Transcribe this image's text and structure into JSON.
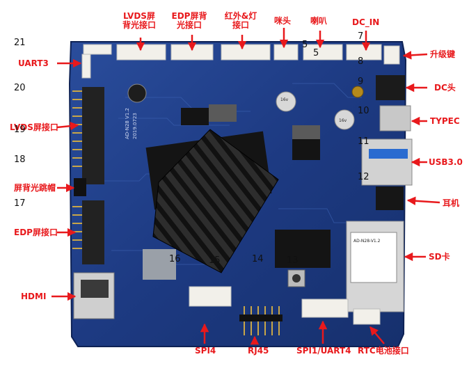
{
  "labels": {
    "lvds_backlight": [
      "LVDS屏",
      "背光接口"
    ],
    "edp_backlight": [
      "EDP屏背",
      "光接口"
    ],
    "ir_light": [
      "红外&灯",
      "接口"
    ],
    "mic": "咪头",
    "speaker": "喇叭",
    "dc_in": "DC_IN",
    "uart3": "UART3",
    "upgrade_key": "升级键",
    "dc_head": "DC头",
    "lvds_connector": "LVDS屏接口",
    "typec": "TYPEC",
    "usb3": "USB3.0",
    "backlight_jumper": "屏背光跳帽",
    "earphone": "耳机",
    "edp_connector": "EDP屏接口",
    "sd_card": "SD卡",
    "hdmi": "HDMI",
    "spi4": "SPI4",
    "rj45": "RJ45",
    "spi1_uart4": "SPI1/UART4",
    "rtc_battery": "RTC电池接口"
  },
  "numbers": {
    "n21": "21",
    "n20": "20",
    "n19": "19",
    "n18": "18",
    "n17": "17",
    "n16": "16",
    "n15": "15",
    "n14": "14",
    "n13": "13",
    "n12": "12",
    "n11": "11",
    "n10": "10",
    "n9": "9",
    "n8": "8",
    "n7": "7",
    "n5a": "5",
    "n5b": "5"
  },
  "board_text": {
    "model": "AD-N28 V1.2",
    "date": "2019.0723",
    "sd_sticker": "AD-N28-V1.2",
    "cap1": "16v",
    "cap2": "16v"
  },
  "colors": {
    "label_red": "#e8191c",
    "pcb_blue": "#1f3f8a",
    "heatsink": "#1a1a1a"
  }
}
